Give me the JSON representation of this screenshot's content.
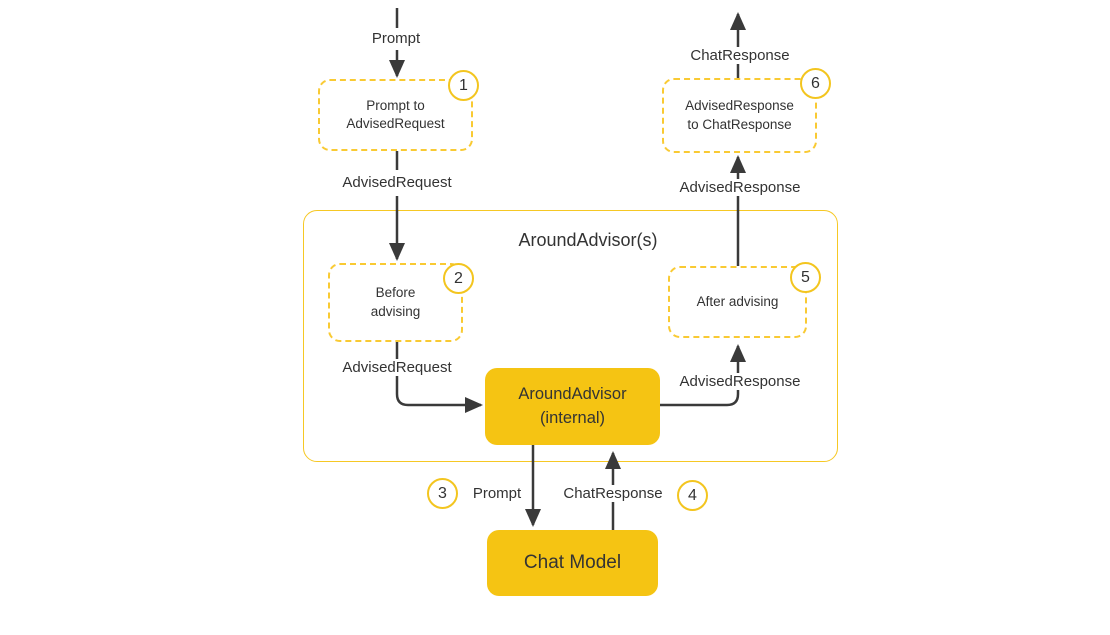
{
  "diagram": {
    "title": "AroundAdvisor(s)",
    "colors": {
      "accent_fill": "#F5C413",
      "dashed_border": "#F9CA33",
      "container_border": "#F6C824",
      "line": "#3A3A3A",
      "text": "#333333"
    },
    "nodes": {
      "prompt_to_advised_request": {
        "line1": "Prompt to",
        "line2": "AdvisedRequest",
        "step": "1"
      },
      "before_advising": {
        "line1": "Before",
        "line2": "advising",
        "step": "2"
      },
      "after_advising": {
        "label": "After advising",
        "step": "5"
      },
      "advised_response_to_chat_response": {
        "line1": "AdvisedResponse",
        "line2": "to ChatResponse",
        "step": "6"
      },
      "around_advisor_internal": {
        "line1": "AroundAdvisor",
        "line2": "(internal)"
      },
      "chat_model": {
        "label": "Chat Model"
      }
    },
    "steps": {
      "step3": "3",
      "step4": "4"
    },
    "flow_labels": {
      "prompt_top": "Prompt",
      "advised_request_1": "AdvisedRequest",
      "advised_request_2": "AdvisedRequest",
      "advised_response_right": "AdvisedResponse",
      "advised_response_top": "AdvisedResponse",
      "chat_response_top": "ChatResponse",
      "prompt_bottom": "Prompt",
      "chat_response_bottom": "ChatResponse"
    }
  }
}
